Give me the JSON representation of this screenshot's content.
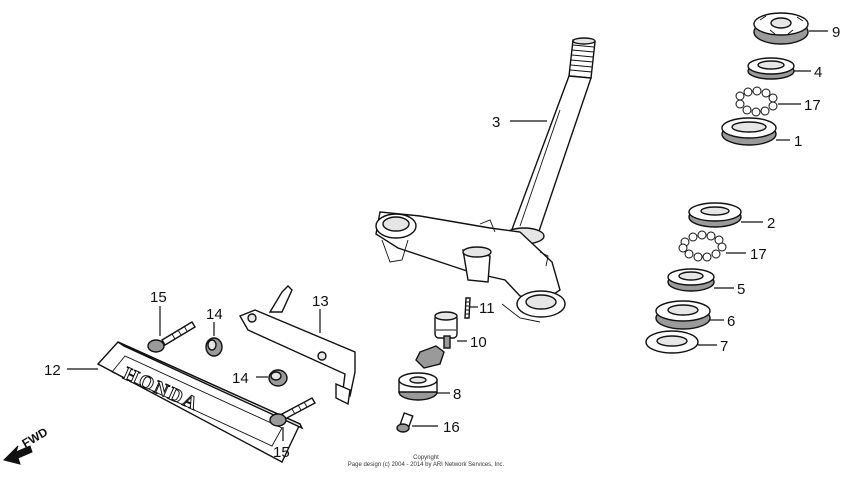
{
  "callouts": {
    "c1": "1",
    "c2": "2",
    "c3": "3",
    "c4": "4",
    "c5": "5",
    "c6": "6",
    "c7": "7",
    "c8": "8",
    "c9": "9",
    "c10": "10",
    "c11": "11",
    "c12": "12",
    "c13": "13",
    "c14a": "14",
    "c14b": "14",
    "c15a": "15",
    "c15b": "15",
    "c16": "16",
    "c17a": "17",
    "c17b": "17"
  },
  "emblem_text": "HONDA",
  "fwd_label": "FWD",
  "copyright": {
    "line1": "Copyright",
    "line2": "Page design (c) 2004 - 2014 by ARI Network Services, Inc."
  }
}
